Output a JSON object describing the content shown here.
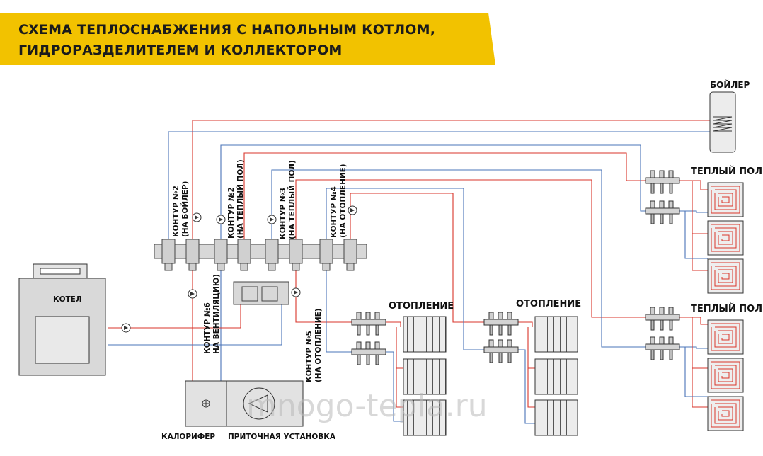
{
  "title": {
    "line1": "СХЕМА ТЕПЛОСНАБЖЕНИЯ С НАПОЛЬНЫМ КОТЛОМ,",
    "line2": "ГИДРОРАЗДЕЛИТЕЛЕМ И КОЛЛЕКТОРОМ"
  },
  "labels": {
    "boiler_tank": "БОЙЛЕР",
    "warm_floor_1": "ТЕПЛЫЙ ПОЛ",
    "warm_floor_2": "ТЕПЛЫЙ ПОЛ",
    "heating_1": "ОТОПЛЕНИЕ",
    "heating_2": "ОТОПЛЕНИЕ",
    "boiler_unit": "КОТЕЛ",
    "calorifer": "КАЛОРИФЕР",
    "supply_unit": "ПРИТОЧНАЯ УСТАНОВКА",
    "watermark": "mnogo-tepla.ru"
  },
  "circuits": [
    {
      "line1": "КОНТУР №2",
      "line2": "(НА БОЙЛЕР)"
    },
    {
      "line1": "КОНТУР №2",
      "line2": "(НА ТЕПЛЫЙ ПОЛ)"
    },
    {
      "line1": "КОНТУР №3",
      "line2": "(НА ТЕПЛЫЙ ПОЛ)"
    },
    {
      "line1": "КОНТУР №4",
      "line2": "(НА ОТОПЛЕНИЕ)"
    },
    {
      "line1": "КОНТУР №6",
      "line2": "НА ВЕНТИЛЯЦИЮ)"
    },
    {
      "line1": "КОНТУР №5",
      "line2": "(НА ОТОПЛЕНИЕ)"
    }
  ],
  "colors": {
    "banner": "#f2c200",
    "supply_pipe": "#d9352b",
    "return_pipe": "#4a74b8",
    "equipment": "#d8d8d8"
  }
}
